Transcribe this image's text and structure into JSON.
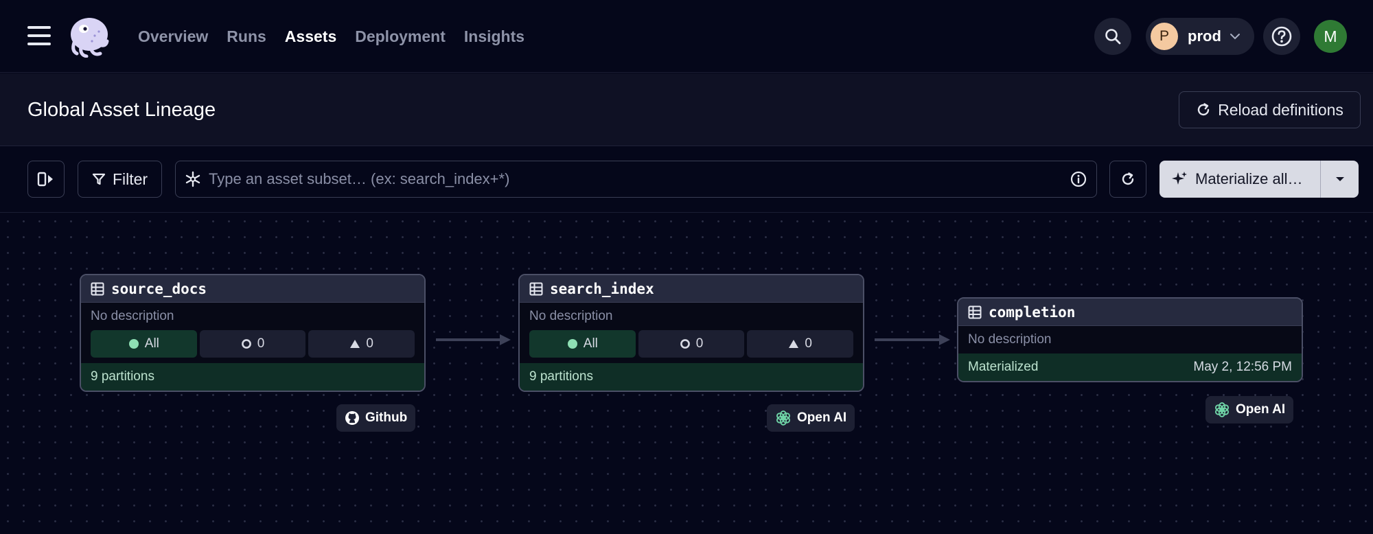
{
  "nav": {
    "links": [
      {
        "label": "Overview",
        "active": false
      },
      {
        "label": "Runs",
        "active": false
      },
      {
        "label": "Assets",
        "active": true
      },
      {
        "label": "Deployment",
        "active": false
      },
      {
        "label": "Insights",
        "active": false
      }
    ],
    "environment": {
      "initial": "P",
      "label": "prod"
    },
    "user_initial": "M"
  },
  "header": {
    "title": "Global Asset Lineage",
    "reload_label": "Reload definitions"
  },
  "toolbar": {
    "filter_label": "Filter",
    "search_placeholder": "Type an asset subset… (ex: search_index+*)",
    "search_value": "",
    "materialize_label": "Materialize all…"
  },
  "nodes": [
    {
      "name": "source_docs",
      "description": "No description",
      "stats": {
        "all": "All",
        "missing": "0",
        "failed": "0"
      },
      "footer": "9 partitions",
      "tag": "Github"
    },
    {
      "name": "search_index",
      "description": "No description",
      "stats": {
        "all": "All",
        "missing": "0",
        "failed": "0"
      },
      "footer": "9 partitions",
      "tag": "Open AI"
    },
    {
      "name": "completion",
      "description": "No description",
      "status": "Materialized",
      "timestamp": "May 2, 12:56 PM",
      "tag": "Open AI"
    }
  ],
  "colors": {
    "background": "#05071a",
    "materialized_green": "#0f2e26",
    "status_dot": "#8ee0b4",
    "user_avatar": "#2f7a34",
    "env_avatar": "#f4c9a0"
  }
}
